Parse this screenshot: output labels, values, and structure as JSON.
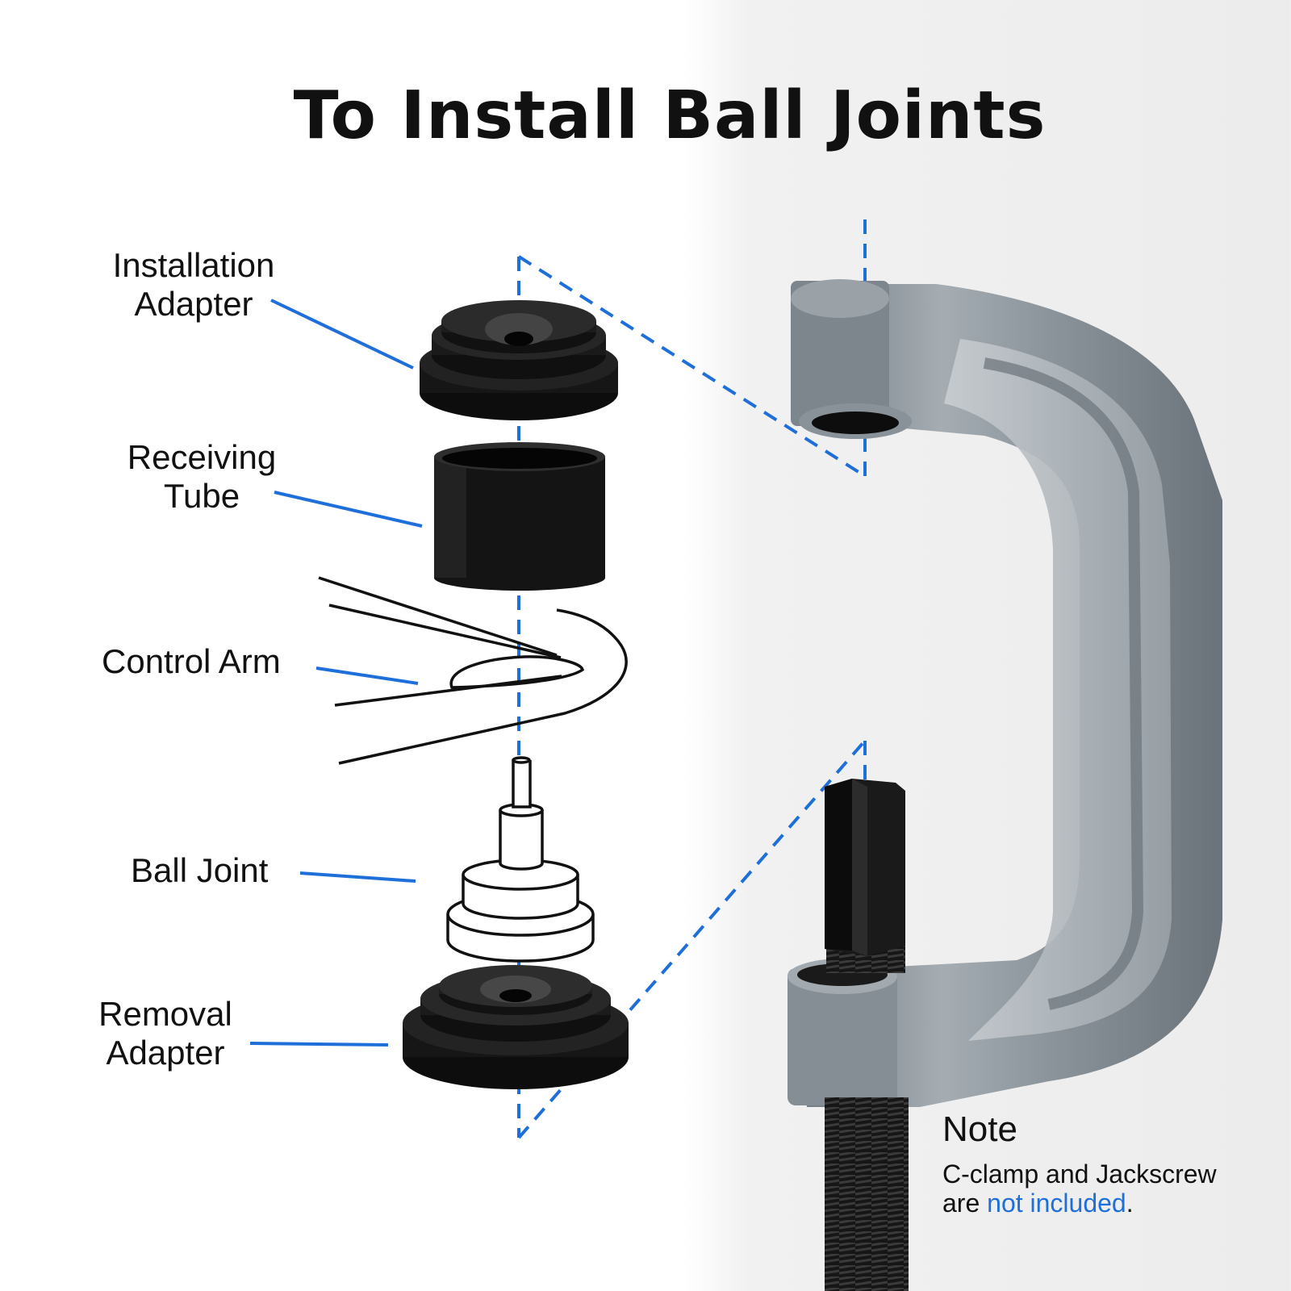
{
  "title": "To Install Ball Joints",
  "labels": {
    "installation_adapter": [
      "Installation",
      "Adapter"
    ],
    "receiving_tube": [
      "Receiving",
      "Tube"
    ],
    "control_arm": "Control Arm",
    "ball_joint": "Ball Joint",
    "removal_adapter": [
      "Removal",
      "Adapter"
    ]
  },
  "note": {
    "title": "Note",
    "line1": "C-clamp and Jackscrew",
    "line2_prefix": "are ",
    "line2_highlight": "not included",
    "line2_suffix": "."
  },
  "colors": {
    "accent": "#1e6fd9",
    "clamp": "#8f989f",
    "part": "#141414"
  },
  "icons": [
    "c-clamp-icon",
    "jackscrew-icon",
    "installation-adapter-icon",
    "receiving-tube-icon",
    "control-arm-icon",
    "ball-joint-icon",
    "removal-adapter-icon"
  ]
}
